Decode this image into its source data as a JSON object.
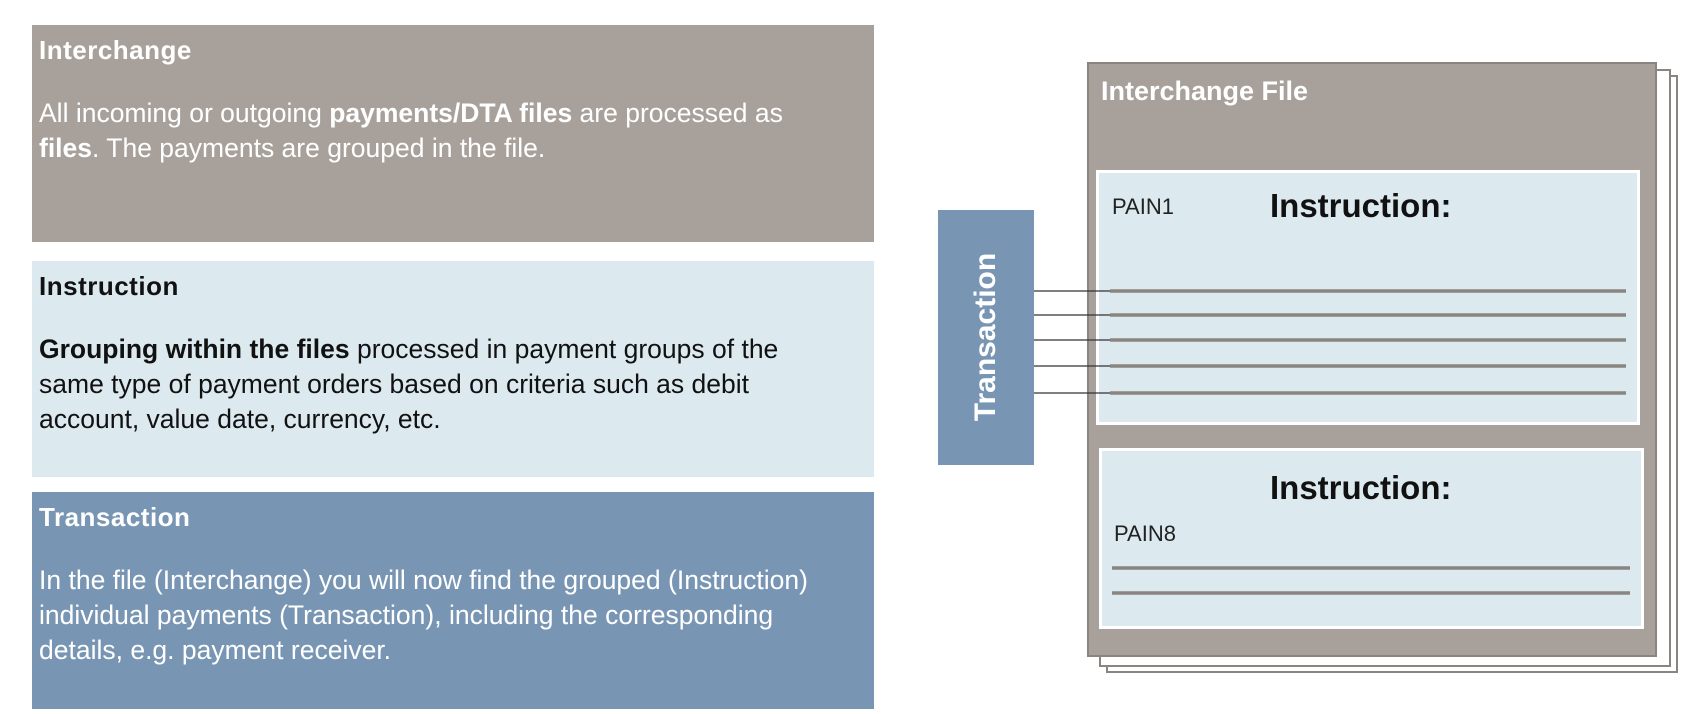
{
  "legend": {
    "interchange": {
      "title": "Interchange",
      "text_1": "All incoming or outgoing ",
      "bold_1": "payments/DTA files",
      "text_2": " are processed as ",
      "bold_2": "files",
      "text_3": ". The payments are grouped in the file."
    },
    "instruction": {
      "title": "Instruction",
      "bold_1": "Grouping within the files",
      "text_1": " processed in payment groups of the same type of payment orders based on criteria such as debit account, value date, currency, etc."
    },
    "transaction": {
      "title": "Transaction",
      "text_1": "In the file (Interchange) you will now find the grouped (Instruction) individual payments (Transaction), including the corresponding details, e.g. payment receiver."
    }
  },
  "diagram": {
    "file_title": "Interchange File",
    "instruction_1": {
      "heading": "Instruction:",
      "label": "PAIN1",
      "line_count": 5
    },
    "instruction_2": {
      "heading": "Instruction:",
      "label": "PAIN8",
      "line_count": 2
    },
    "transaction_label": "Transaction",
    "colors": {
      "interchange": "#a8a19b",
      "instruction": "#dce9ef",
      "transaction": "#7896b3",
      "line": "#8a8580"
    }
  }
}
